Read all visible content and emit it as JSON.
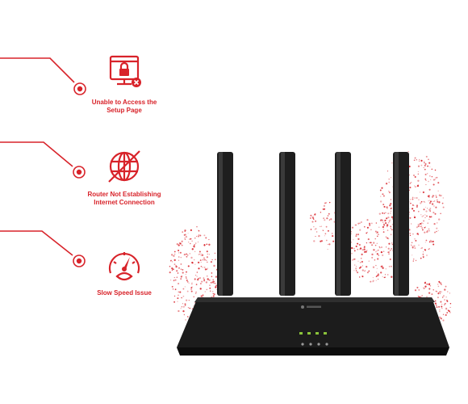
{
  "issues": [
    {
      "label": "Unable to Access the\nSetup Page",
      "icon": "locked-monitor-icon"
    },
    {
      "label": "Router Not Establishing\nInternet Connection",
      "icon": "globe-crossed-icon"
    },
    {
      "label": "Slow Speed Issue",
      "icon": "speedometer-icon"
    }
  ],
  "colors": {
    "accent": "#d8232a",
    "router": "#1c1c1c"
  }
}
